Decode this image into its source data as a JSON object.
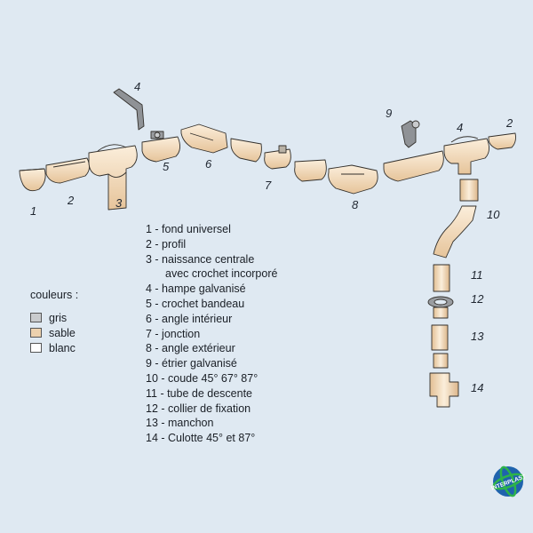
{
  "callouts": {
    "n1": "1",
    "n2": "2",
    "n3": "3",
    "n4a": "4",
    "n5": "5",
    "n6": "6",
    "n7": "7",
    "n8": "8",
    "n9": "9",
    "n4b": "4",
    "n2b": "2",
    "n10": "10",
    "n11": "11",
    "n12": "12",
    "n13": "13",
    "n14": "14"
  },
  "legend": [
    "1 - fond universel",
    "2 - profil",
    "3 - naissance centrale",
    "avec crochet incorporé",
    "4 - hampe galvanisé",
    "5 - crochet bandeau",
    "6 - angle intérieur",
    "7 - jonction",
    "8 - angle extérieur",
    "9 - étrier galvanisé",
    "10 - coude 45° 67° 87°",
    "11 - tube de descente",
    "12 - collier de fixation",
    "13 - manchon",
    "14 - Culotte 45° et 87°"
  ],
  "colors": {
    "title": "couleurs :",
    "items": [
      {
        "label": "gris",
        "hex": "#c9cbcd"
      },
      {
        "label": "sable",
        "hex": "#ecd1ae"
      },
      {
        "label": "blanc",
        "hex": "#ffffff"
      }
    ]
  },
  "palette": {
    "background": "#dfe9f2",
    "part_fill": "#f0d7b4",
    "part_stroke": "#33302c",
    "metal": "#8f9296"
  },
  "logo": {
    "text": "INTERPLAST"
  }
}
